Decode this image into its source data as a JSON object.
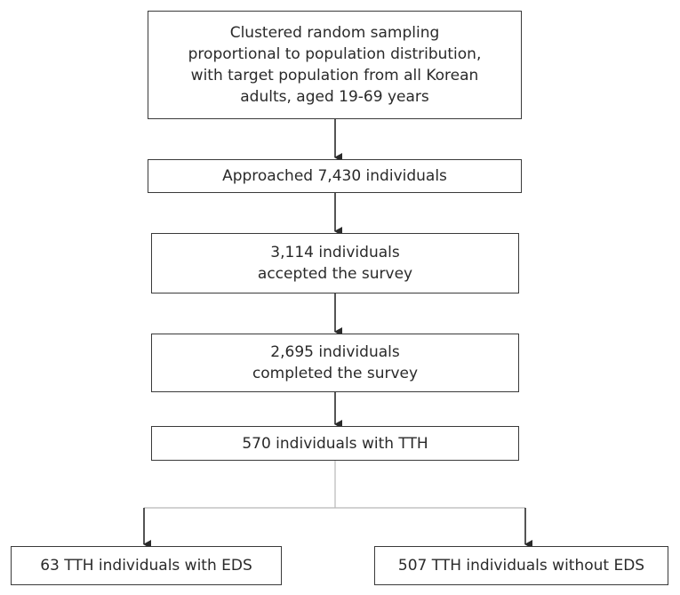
{
  "flowchart": {
    "sampling": {
      "lines": [
        "Clustered random sampling",
        "proportional to population distribution,",
        "with target population from all Korean",
        "adults, aged 19-69 years"
      ]
    },
    "approached": {
      "lines": [
        "Approached 7,430 individuals"
      ]
    },
    "accepted": {
      "lines": [
        "3,114 individuals",
        "accepted the survey"
      ]
    },
    "completed": {
      "lines": [
        "2,695 individuals",
        "completed the survey"
      ]
    },
    "tth": {
      "lines": [
        "570 individuals with TTH"
      ]
    },
    "with_eds": {
      "lines": [
        "63 TTH individuals with EDS"
      ]
    },
    "without_eds": {
      "lines": [
        "507 TTH individuals without EDS"
      ]
    }
  }
}
